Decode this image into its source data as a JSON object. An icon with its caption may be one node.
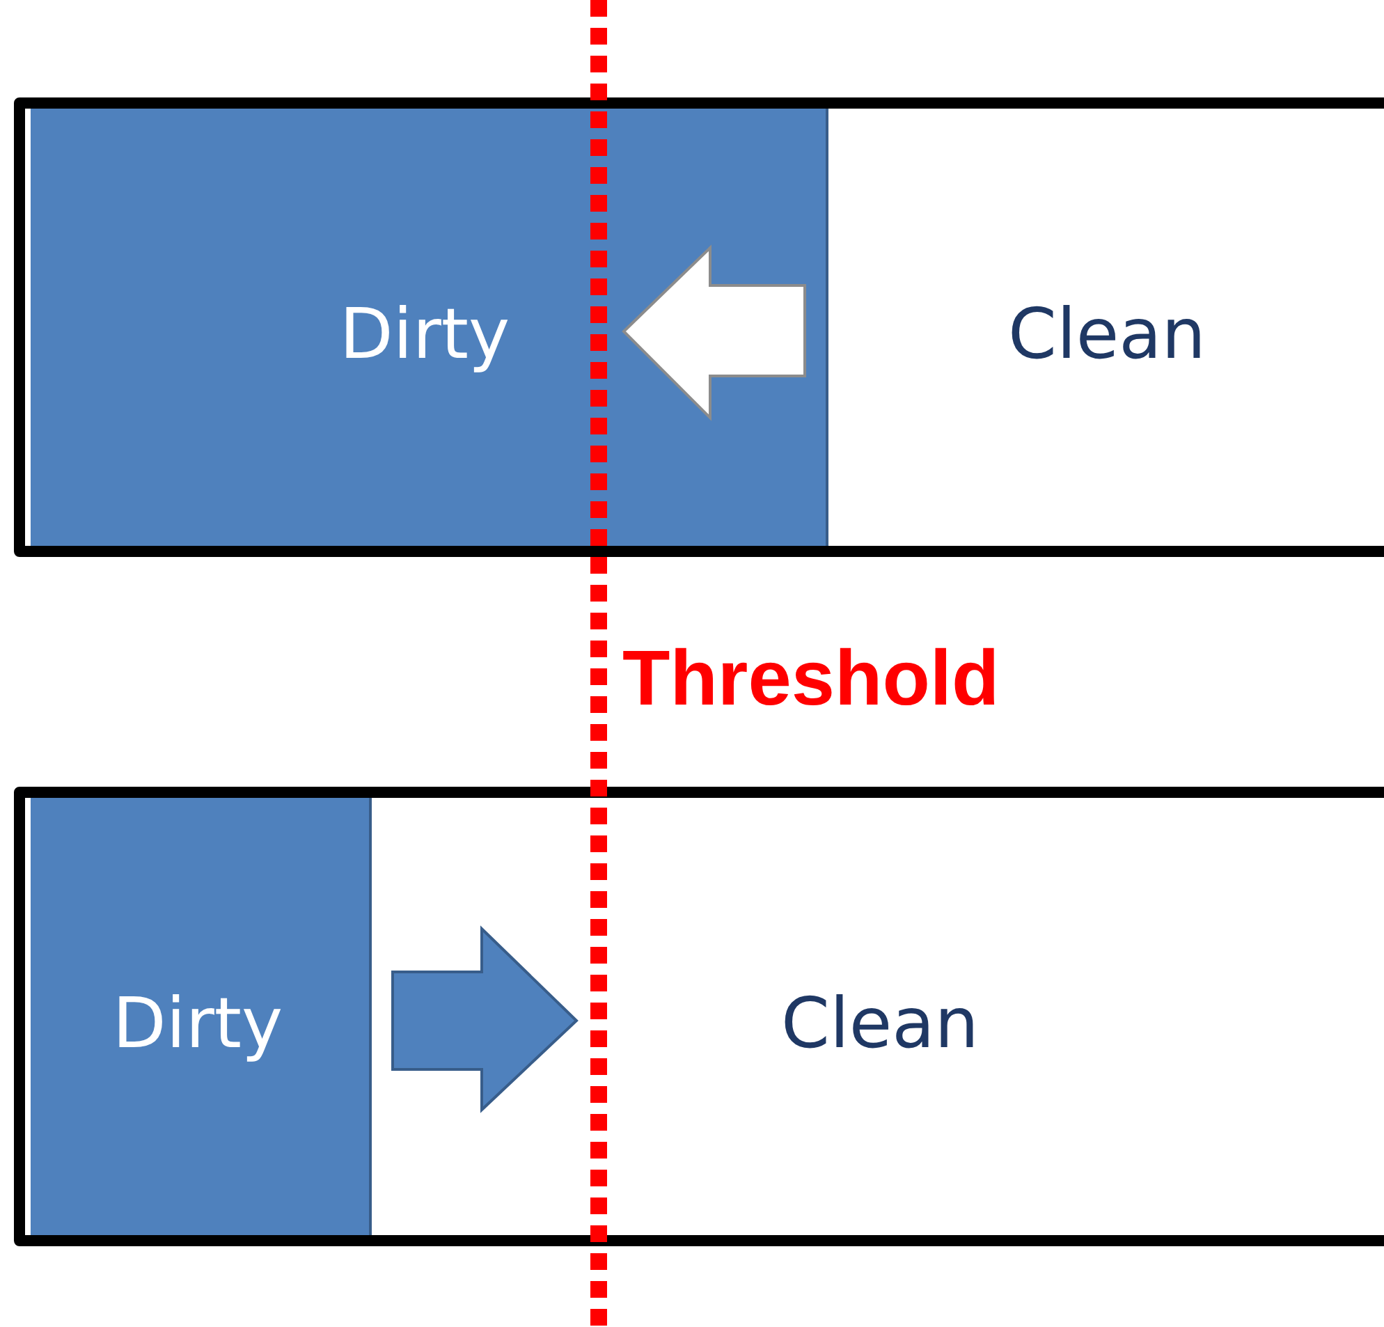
{
  "diagram": {
    "nodes": [
      {
        "text": [
          "Dirty"
        ]
      },
      {
        "text": [
          "Clean"
        ]
      },
      {
        "text": [
          "Dirty"
        ]
      },
      {
        "text": [
          "Clean"
        ]
      }
    ],
    "labels": [
      "Threshold"
    ]
  }
}
